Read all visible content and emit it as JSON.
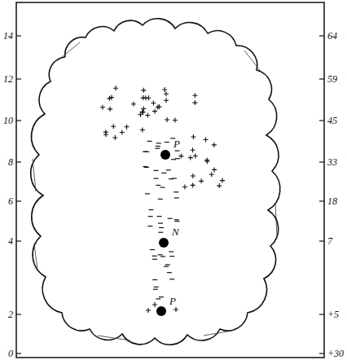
{
  "diagram": {
    "labels": [
      "14",
      "12",
      "10",
      "8",
      "6",
      "4",
      "2",
      "0",
      "64",
      "59",
      "45",
      "33",
      "18",
      "7",
      "+5",
      "+30",
      "P",
      "N",
      "P"
    ]
  }
}
